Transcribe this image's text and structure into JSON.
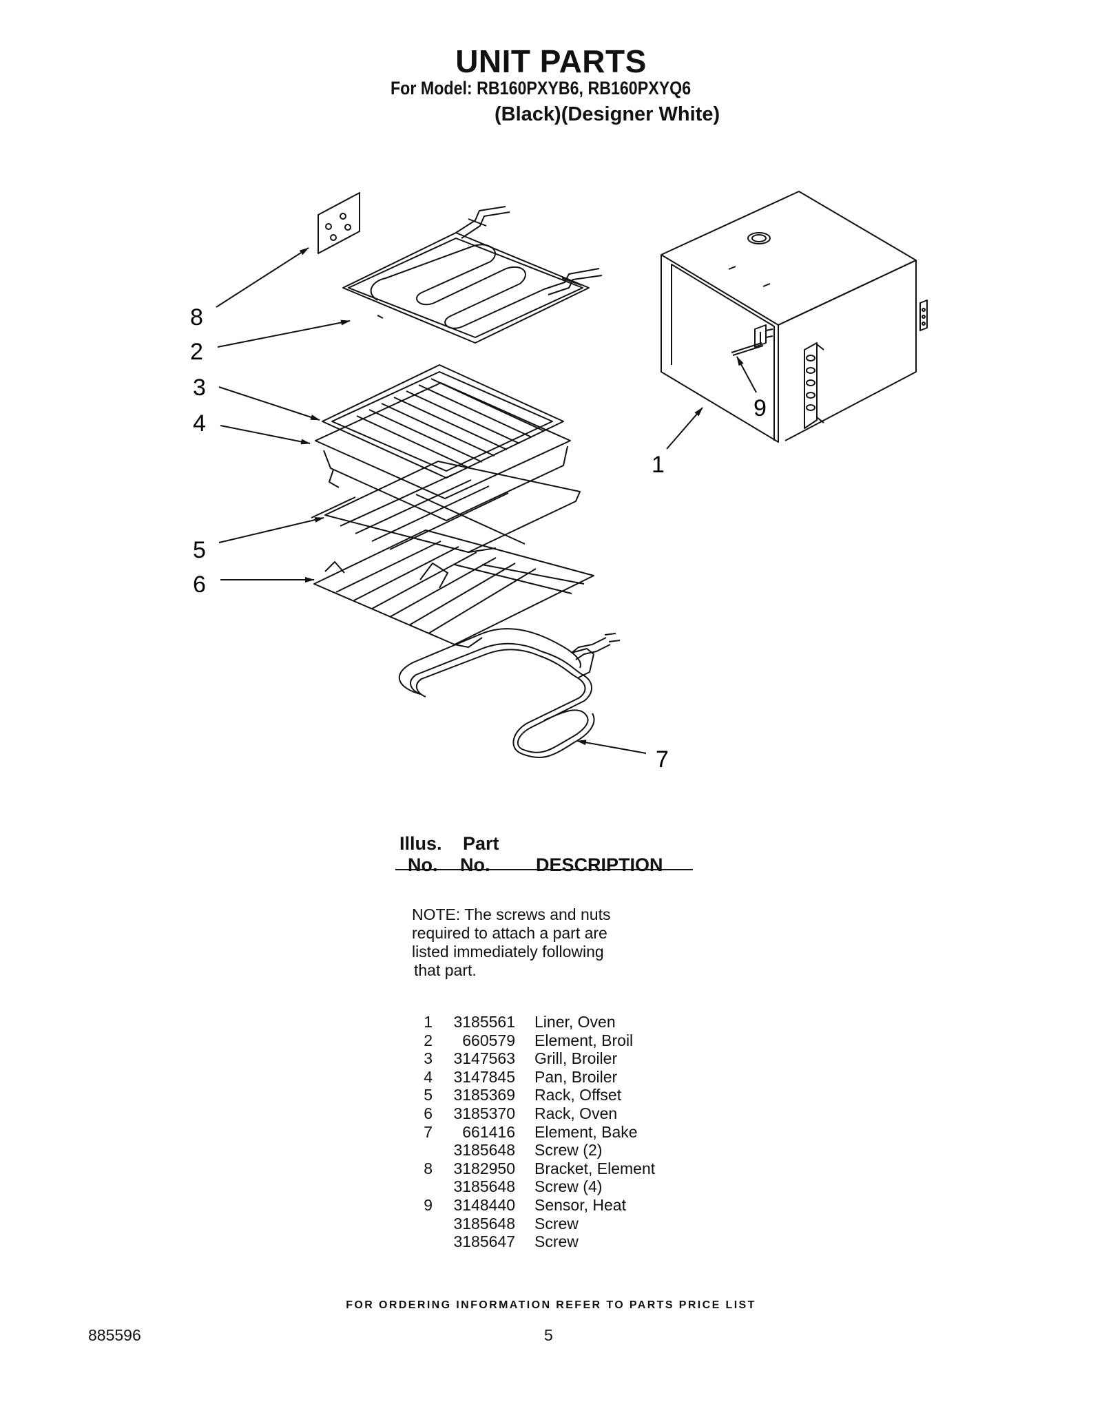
{
  "header": {
    "title": "UNIT PARTS",
    "model_line": "For Model: RB160PXYB6, RB160PXYQ6",
    "color_line": "(Black)(Designer White)"
  },
  "diagram": {
    "callouts": [
      "1",
      "2",
      "3",
      "4",
      "5",
      "6",
      "7",
      "8",
      "9"
    ]
  },
  "parts_table": {
    "header": {
      "illus_line1": "Illus.",
      "illus_line2": "No.",
      "part_line1": "Part",
      "part_line2": "No.",
      "description": "DESCRIPTION"
    },
    "note": [
      "NOTE: The screws and nuts",
      "required to attach a part are",
      "listed immediately following",
      "that part."
    ],
    "rows": [
      {
        "no": "1",
        "part": "3185561",
        "desc": "Liner, Oven"
      },
      {
        "no": "2",
        "part": "660579",
        "desc": "Element, Broil"
      },
      {
        "no": "3",
        "part": "3147563",
        "desc": "Grill, Broiler"
      },
      {
        "no": "4",
        "part": "3147845",
        "desc": "Pan, Broiler"
      },
      {
        "no": "5",
        "part": "3185369",
        "desc": "Rack, Offset"
      },
      {
        "no": "6",
        "part": "3185370",
        "desc": "Rack, Oven"
      },
      {
        "no": "7",
        "part": "661416",
        "desc": "Element, Bake"
      },
      {
        "no": "",
        "part": "3185648",
        "desc": "Screw (2)"
      },
      {
        "no": "8",
        "part": "3182950",
        "desc": "Bracket, Element"
      },
      {
        "no": "",
        "part": "3185648",
        "desc": "Screw (4)"
      },
      {
        "no": "9",
        "part": "3148440",
        "desc": "Sensor, Heat"
      },
      {
        "no": "",
        "part": "3185648",
        "desc": "Screw"
      },
      {
        "no": "",
        "part": "3185647",
        "desc": "Screw"
      }
    ]
  },
  "footer": {
    "ordering_note": "FOR ORDERING INFORMATION REFER TO PARTS PRICE LIST",
    "doc_number": "885596",
    "page_number": "5"
  }
}
